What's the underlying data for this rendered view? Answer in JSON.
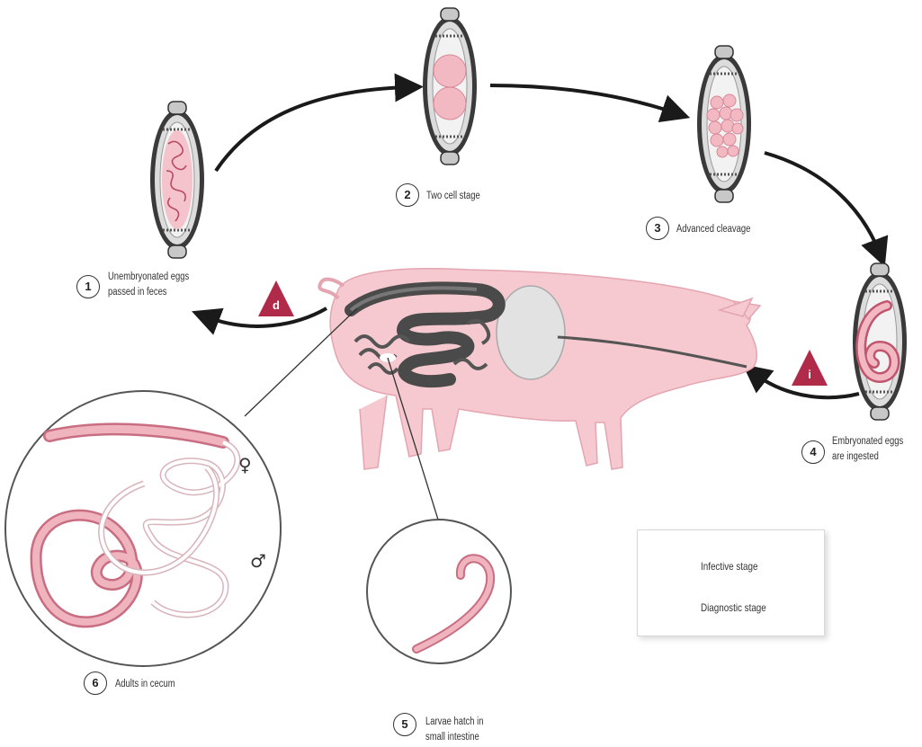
{
  "stages": [
    {
      "number": "1",
      "label": "Unembryonated eggs\npassed in feces"
    },
    {
      "number": "2",
      "label": "Two cell stage"
    },
    {
      "number": "3",
      "label": "Advanced cleavage"
    },
    {
      "number": "4",
      "label": "Embryonated eggs\nare ingested"
    },
    {
      "number": "5",
      "label": "Larvae hatch in\nsmall intestine"
    },
    {
      "number": "6",
      "label": "Adults in cecum"
    }
  ],
  "markers": {
    "infective_letter": "i",
    "diagnostic_letter": "d"
  },
  "legend": {
    "infective": "Infective stage",
    "diagnostic": "Diagnostic stage"
  },
  "symbols": {
    "female": "♀",
    "male": "♂"
  },
  "colors": {
    "stage_marker": "#b02a4a",
    "worm_pink": "#e8a3b0",
    "gut": "#4a4a4a",
    "pig": "#f5c9cf",
    "egg_shell": "#3c3c3c"
  }
}
